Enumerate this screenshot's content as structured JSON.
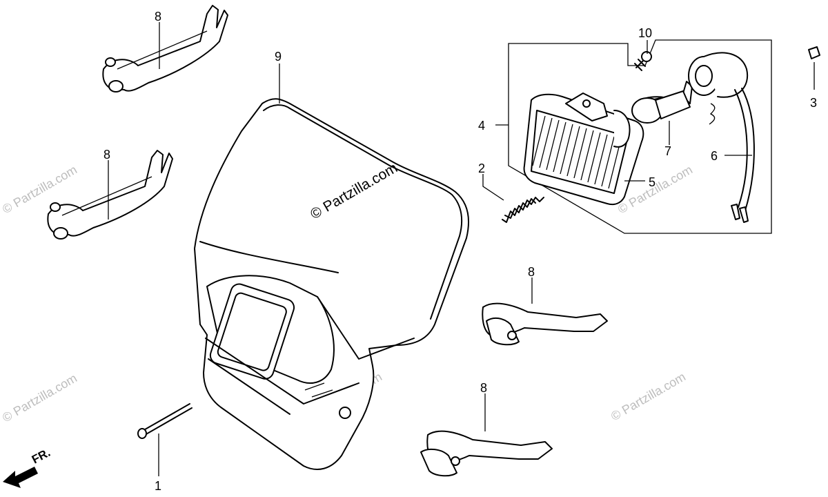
{
  "diagram": {
    "callouts": {
      "c1": "1",
      "c2": "2",
      "c3": "3",
      "c4": "4",
      "c5": "5",
      "c6": "6",
      "c7": "7",
      "c8a": "8",
      "c8b": "8",
      "c8c": "8",
      "c8d": "8",
      "c9": "9",
      "c10": "10"
    },
    "direction_label": "FR.",
    "watermark_main": "© Partzilla.com",
    "watermark_faint": "© Partzilla.com"
  }
}
